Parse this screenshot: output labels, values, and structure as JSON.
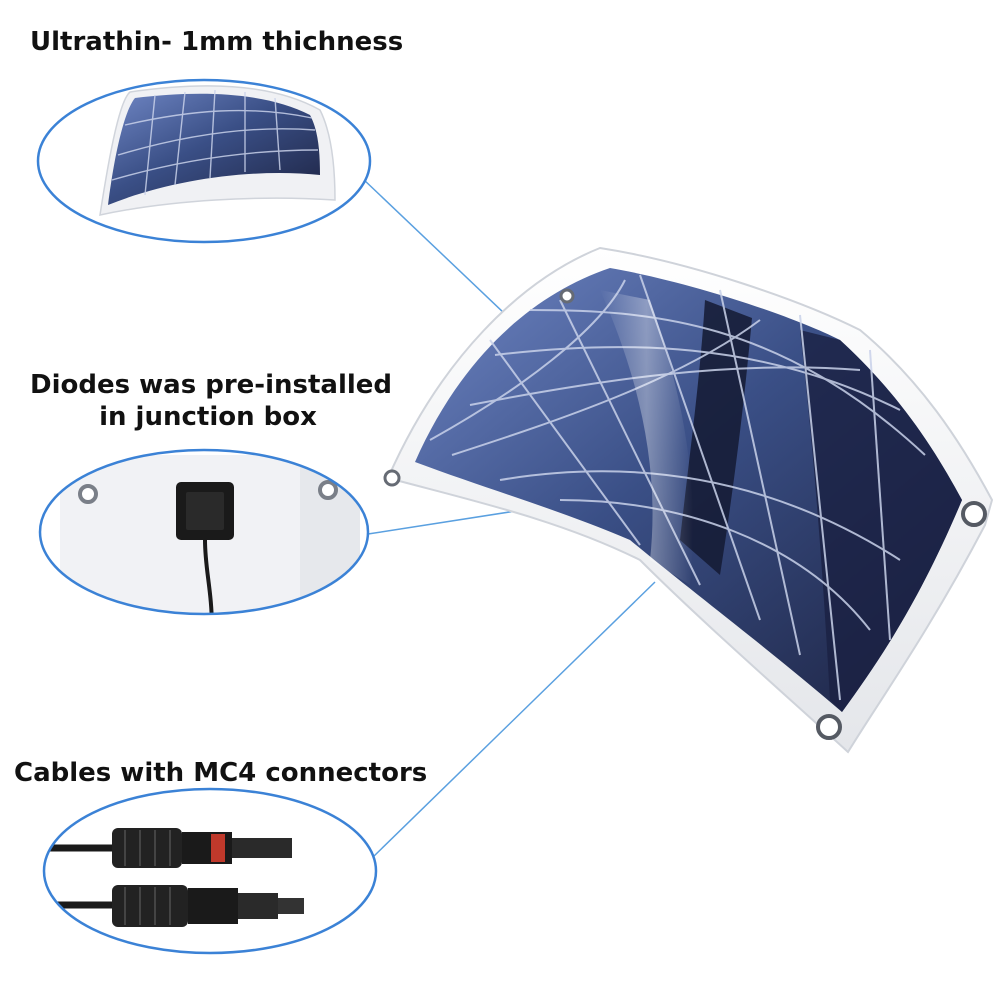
{
  "captions": {
    "thickness": "Ultrathin- 1mm thichness",
    "diodes_line1": "Diodes was pre-installed",
    "diodes_line2": "in junction box",
    "cables": "Cables with MC4 connectors"
  },
  "colors": {
    "callout_outline": "#3b82d6",
    "leader_line": "#5aa0e0",
    "cell_dark": "#1c2240",
    "cell_mid": "#3a4f86",
    "frame_white": "#f4f5f7",
    "connector_black": "#1a1a1a",
    "connector_red": "#c0392b"
  },
  "icons": [
    "flexible-panel-thumbnail",
    "junction-box",
    "mc4-connector-pair",
    "mounting-grommet"
  ]
}
